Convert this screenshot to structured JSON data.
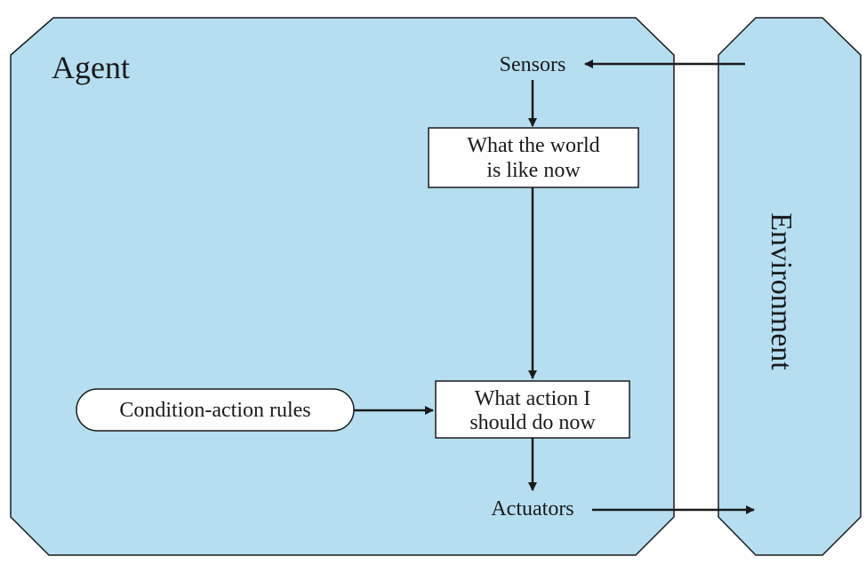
{
  "agent": {
    "label": "Agent"
  },
  "environment": {
    "label": "Environment"
  },
  "sensors": {
    "label": "Sensors"
  },
  "actuators": {
    "label": "Actuators"
  },
  "world_state": {
    "line1": "What the world",
    "line2": "is like now"
  },
  "action": {
    "line1": "What action I",
    "line2": "should do now"
  },
  "rules": {
    "label": "Condition-action rules"
  },
  "colors": {
    "panel_fill": "#b5dff0",
    "stroke": "#1a1a1a",
    "box_fill": "#ffffff"
  }
}
